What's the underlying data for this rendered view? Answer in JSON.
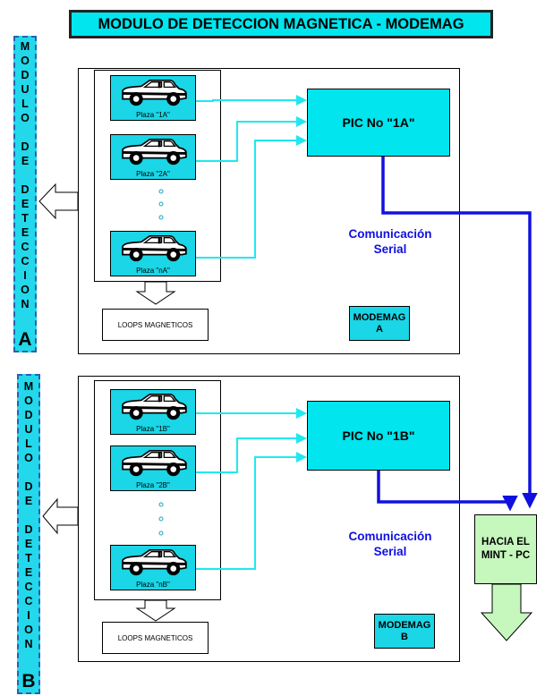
{
  "title": "MODULO DE DETECCION MAGNETICA - MODEMAG",
  "module_a": {
    "side_letters": [
      "M",
      "O",
      "D",
      "U",
      "L",
      "O",
      "",
      "D",
      "E",
      "",
      "D",
      "E",
      "T",
      "E",
      "C",
      "C",
      "I",
      "O",
      "N"
    ],
    "side_big_letter": "A",
    "cars": [
      {
        "label": "Plaza \"1A\""
      },
      {
        "label": "Plaza \"2A\""
      },
      {
        "label": "Plaza \"nA\""
      }
    ],
    "pic": "PIC No \"1A\"",
    "comm_line1": "Comunicación",
    "comm_line2": "Serial",
    "loops": "LOOPS MAGNETICOS",
    "modemag_line1": "MODEMAG",
    "modemag_line2": "A"
  },
  "module_b": {
    "side_letters": [
      "M",
      "O",
      "D",
      "U",
      "L",
      "O",
      "",
      "D",
      "E",
      "",
      "D",
      "E",
      "T",
      "E",
      "C",
      "C",
      "I",
      "O",
      "N"
    ],
    "side_big_letter": "B",
    "cars": [
      {
        "label": "Plaza \"1B\""
      },
      {
        "label": "Plaza \"2B\""
      },
      {
        "label": "Plaza \"nB\""
      }
    ],
    "pic": "PIC No \"1B\"",
    "comm_line1": "Comunicación",
    "comm_line2": "Serial",
    "loops": "LOOPS MAGNETICOS",
    "modemag_line1": "MODEMAG",
    "modemag_line2": "B"
  },
  "mint": {
    "line1": "HACIA EL",
    "line2": "MINT - PC"
  },
  "colors": {
    "cyan": "#00e5ee",
    "car_bg": "#1ad6e6",
    "wire_light": "#20e8f0",
    "wire_dark": "#1010e0",
    "mint_bg": "#c6f7bd"
  }
}
